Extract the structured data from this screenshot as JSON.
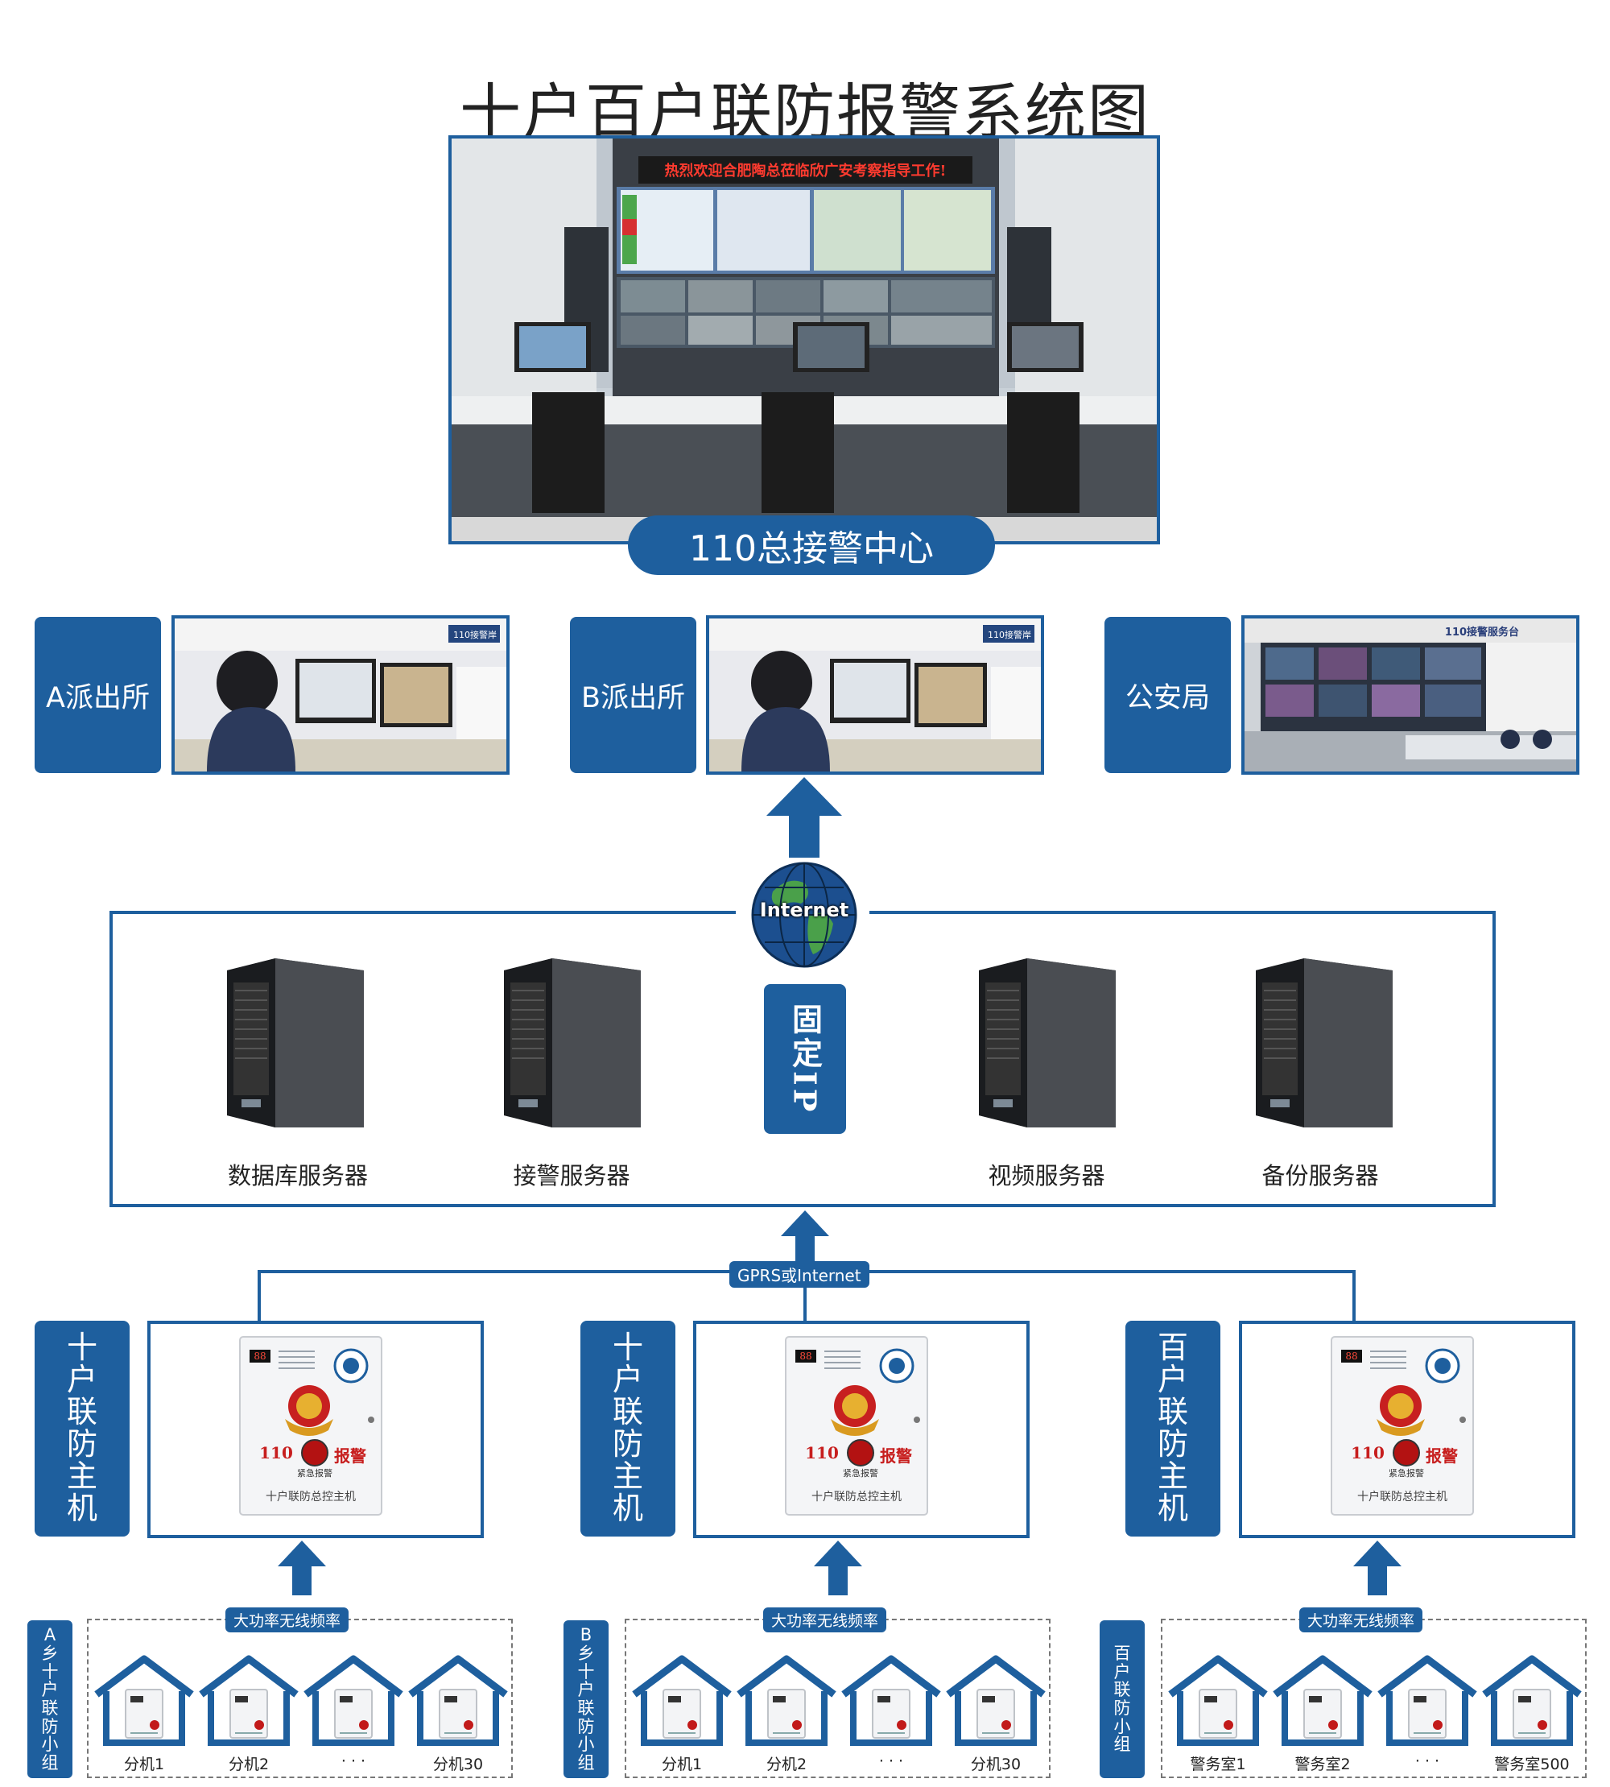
{
  "title": "十户百户联防报警系统图",
  "center": {
    "label": "110总接警中心",
    "banner": "热烈欢迎合肥陶总莅临欣广安考察指导工作!"
  },
  "stations": [
    {
      "label": "A派出所",
      "sign": "110接警岸"
    },
    {
      "label": "B派出所",
      "sign": "110接警岸"
    },
    {
      "label": "公安局",
      "sign": "110接警服务台"
    }
  ],
  "network": {
    "internet_label": "Internet",
    "fixed_ip_label": "固定IP",
    "gprs_label": "GPRS或Internet"
  },
  "servers": [
    {
      "label": "数据库服务器"
    },
    {
      "label": "接警服务器"
    },
    {
      "label": "视频服务器"
    },
    {
      "label": "备份服务器"
    }
  ],
  "hosts": [
    {
      "label": "十户联防主机",
      "panel": {
        "display": "88",
        "num": "110",
        "alarm": "报警",
        "sub": "紧急报警",
        "name": "十户联防总控主机"
      }
    },
    {
      "label": "十户联防主机",
      "panel": {
        "display": "88",
        "num": "110",
        "alarm": "报警",
        "sub": "紧急报警",
        "name": "十户联防总控主机"
      }
    },
    {
      "label": "百户联防主机",
      "panel": {
        "display": "88",
        "num": "110",
        "alarm": "报警",
        "sub": "紧急报警",
        "name": "十户联防总控主机"
      }
    }
  ],
  "wireless_label": "大功率无线频率",
  "groups": [
    {
      "label": "A乡十户联防小组",
      "units": [
        "分机1",
        "分机2",
        "· · ·",
        "分机30"
      ]
    },
    {
      "label": "B乡十户联防小组",
      "units": [
        "分机1",
        "分机2",
        "· · ·",
        "分机30"
      ]
    },
    {
      "label": "百户联防小组",
      "units": [
        "警务室1",
        "警务室2",
        "· · ·",
        "警务室500"
      ]
    }
  ],
  "colors": {
    "accent": "#1e5f9e"
  }
}
